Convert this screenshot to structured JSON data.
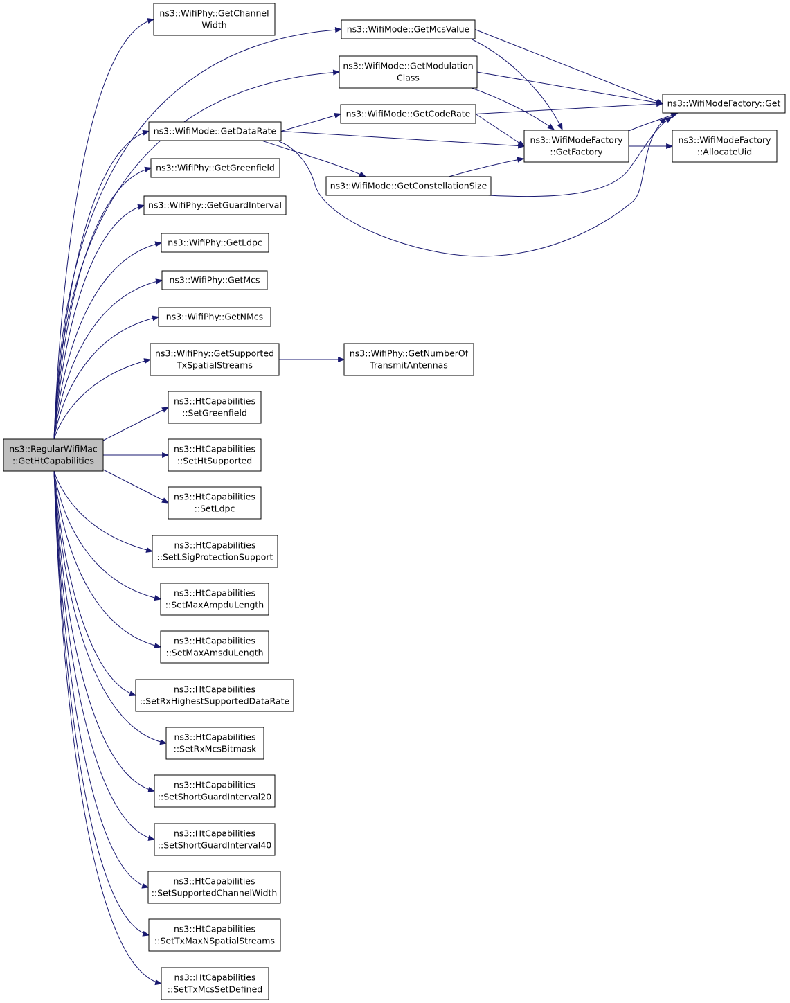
{
  "colors": {
    "node_fill": "#ffffff",
    "root_fill": "#bfbfbf",
    "node_border": "#000000",
    "edge": "#191970"
  },
  "nodes": {
    "root": [
      "ns3::RegularWifiMac",
      "::GetHtCapabilities"
    ],
    "phy_channel_width": [
      "ns3::WifiPhy::GetChannel",
      "Width"
    ],
    "mode_mcs_value": [
      "ns3::WifiMode::GetMcsValue"
    ],
    "mode_modulation_class": [
      "ns3::WifiMode::GetModulation",
      "Class"
    ],
    "mode_code_rate": [
      "ns3::WifiMode::GetCodeRate"
    ],
    "mode_data_rate": [
      "ns3::WifiMode::GetDataRate"
    ],
    "mode_constellation_size": [
      "ns3::WifiMode::GetConstellationSize"
    ],
    "factory_get": [
      "ns3::WifiModeFactory::Get"
    ],
    "factory_get_factory": [
      "ns3::WifiModeFactory",
      "::GetFactory"
    ],
    "factory_allocate_uid": [
      "ns3::WifiModeFactory",
      "::AllocateUid"
    ],
    "phy_greenfield": [
      "ns3::WifiPhy::GetGreenfield"
    ],
    "phy_guard_interval": [
      "ns3::WifiPhy::GetGuardInterval"
    ],
    "phy_ldpc": [
      "ns3::WifiPhy::GetLdpc"
    ],
    "phy_mcs": [
      "ns3::WifiPhy::GetMcs"
    ],
    "phy_nmcs": [
      "ns3::WifiPhy::GetNMcs"
    ],
    "phy_supported_tx_streams": [
      "ns3::WifiPhy::GetSupported",
      "TxSpatialStreams"
    ],
    "phy_number_tx_antennas": [
      "ns3::WifiPhy::GetNumberOf",
      "TransmitAntennas"
    ],
    "ht_set_greenfield": [
      "ns3::HtCapabilities",
      "::SetGreenfield"
    ],
    "ht_set_ht_supported": [
      "ns3::HtCapabilities",
      "::SetHtSupported"
    ],
    "ht_set_ldpc": [
      "ns3::HtCapabilities",
      "::SetLdpc"
    ],
    "ht_set_lsig": [
      "ns3::HtCapabilities",
      "::SetLSigProtectionSupport"
    ],
    "ht_set_max_ampdu": [
      "ns3::HtCapabilities",
      "::SetMaxAmpduLength"
    ],
    "ht_set_max_amsdu": [
      "ns3::HtCapabilities",
      "::SetMaxAmsduLength"
    ],
    "ht_set_rx_highest": [
      "ns3::HtCapabilities",
      "::SetRxHighestSupportedDataRate"
    ],
    "ht_set_rx_mcs_bitmask": [
      "ns3::HtCapabilities",
      "::SetRxMcsBitmask"
    ],
    "ht_set_sgi20": [
      "ns3::HtCapabilities",
      "::SetShortGuardInterval20"
    ],
    "ht_set_sgi40": [
      "ns3::HtCapabilities",
      "::SetShortGuardInterval40"
    ],
    "ht_set_channel_width": [
      "ns3::HtCapabilities",
      "::SetSupportedChannelWidth"
    ],
    "ht_set_tx_max_streams": [
      "ns3::HtCapabilities",
      "::SetTxMaxNSpatialStreams"
    ],
    "ht_set_tx_mcs_defined": [
      "ns3::HtCapabilities",
      "::SetTxMcsSetDefined"
    ]
  },
  "edges": [
    [
      "root",
      "phy_channel_width"
    ],
    [
      "root",
      "mode_mcs_value"
    ],
    [
      "root",
      "mode_modulation_class"
    ],
    [
      "root",
      "mode_data_rate"
    ],
    [
      "root",
      "phy_greenfield"
    ],
    [
      "root",
      "phy_guard_interval"
    ],
    [
      "root",
      "phy_ldpc"
    ],
    [
      "root",
      "phy_mcs"
    ],
    [
      "root",
      "phy_nmcs"
    ],
    [
      "root",
      "phy_supported_tx_streams"
    ],
    [
      "root",
      "ht_set_greenfield"
    ],
    [
      "root",
      "ht_set_ht_supported"
    ],
    [
      "root",
      "ht_set_ldpc"
    ],
    [
      "root",
      "ht_set_lsig"
    ],
    [
      "root",
      "ht_set_max_ampdu"
    ],
    [
      "root",
      "ht_set_max_amsdu"
    ],
    [
      "root",
      "ht_set_rx_highest"
    ],
    [
      "root",
      "ht_set_rx_mcs_bitmask"
    ],
    [
      "root",
      "ht_set_sgi20"
    ],
    [
      "root",
      "ht_set_sgi40"
    ],
    [
      "root",
      "ht_set_channel_width"
    ],
    [
      "root",
      "ht_set_tx_max_streams"
    ],
    [
      "root",
      "ht_set_tx_mcs_defined"
    ],
    [
      "mode_mcs_value",
      "factory_get"
    ],
    [
      "mode_mcs_value",
      "factory_get_factory"
    ],
    [
      "mode_modulation_class",
      "factory_get"
    ],
    [
      "mode_modulation_class",
      "factory_get_factory"
    ],
    [
      "mode_data_rate",
      "mode_code_rate"
    ],
    [
      "mode_data_rate",
      "factory_get_factory"
    ],
    [
      "mode_data_rate",
      "mode_constellation_size"
    ],
    [
      "mode_data_rate",
      "factory_get"
    ],
    [
      "mode_code_rate",
      "factory_get"
    ],
    [
      "mode_code_rate",
      "factory_get_factory"
    ],
    [
      "mode_constellation_size",
      "factory_get_factory"
    ],
    [
      "mode_constellation_size",
      "factory_get"
    ],
    [
      "factory_get_factory",
      "factory_get"
    ],
    [
      "factory_get_factory",
      "factory_allocate_uid"
    ],
    [
      "phy_supported_tx_streams",
      "phy_number_tx_antennas"
    ]
  ]
}
